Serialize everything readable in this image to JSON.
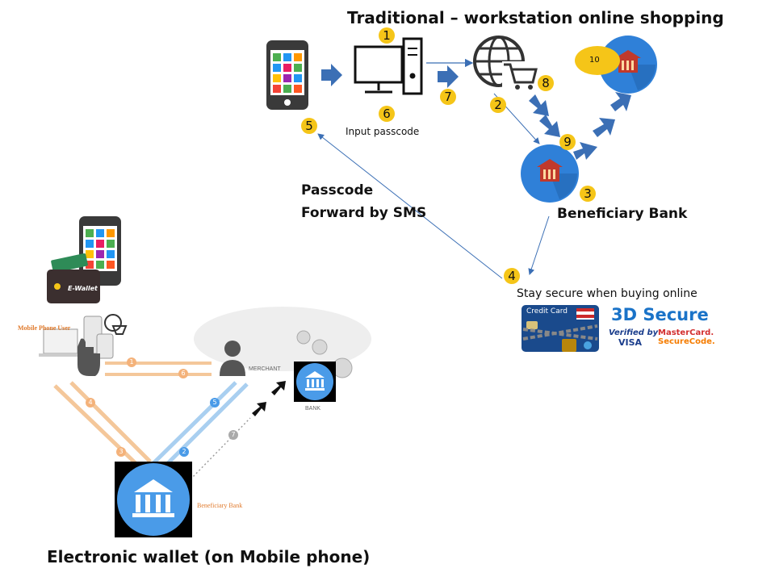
{
  "traditional": {
    "title": "Traditional – workstation online shopping",
    "input_passcode": "Input passcode",
    "sms_line1": "Passcode",
    "sms_line2": "Forward by SMS",
    "beneficiary_bank": "Beneficiary Bank",
    "steps": [
      "1",
      "2",
      "3",
      "4",
      "5",
      "6",
      "7",
      "8",
      "9"
    ],
    "bank_coin": "10"
  },
  "secure_banner": {
    "heading": "Stay secure when buying online",
    "card_label": "Credit Card",
    "secure_3d": "3D Secure",
    "verified_line1": "Verified by",
    "verified_line2": "VISA",
    "mc_line1": "MasterCard.",
    "mc_line2": "SecureCode."
  },
  "ewallet": {
    "title": "Electronic wallet (on Mobile phone)",
    "wallet_label": "E-Wallet",
    "mobile_user": "Mobile Phone User",
    "merchant": "MERCHANT",
    "bank": "BANK",
    "beneficiary_bank": "Beneficiary Bank",
    "steps": [
      "1",
      "6",
      "4",
      "3",
      "5",
      "2",
      "7"
    ]
  },
  "colors": {
    "arrow_blue": "#3b6fb5",
    "bank_blue": "#2f80d8",
    "step_yellow": "#f5c518",
    "orange_flow": "#f4c79a",
    "blue_flow": "#a9cff0"
  }
}
